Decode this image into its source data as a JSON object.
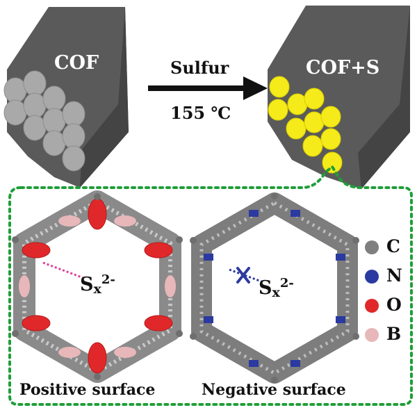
{
  "top": {
    "left_cylinder_label": "COF",
    "right_cylinder_label": "COF+S",
    "arrow_label_top": "Sulfur",
    "arrow_label_bottom": "155 ℃"
  },
  "bottom": {
    "left_caption": "Positive surface",
    "right_caption": "Negative surface",
    "polysulfide": {
      "base": "S",
      "sub": "x",
      "sup": "2-"
    },
    "legend": [
      {
        "label": "C",
        "color": "#7f7f7f"
      },
      {
        "label": "N",
        "color": "#2b3aa0"
      },
      {
        "label": "O",
        "color": "#e0282a"
      },
      {
        "label": "B",
        "color": "#e7b7b9"
      }
    ]
  },
  "colors": {
    "cof_body": "#5a5a5a",
    "channel_empty": "#a9a9a9",
    "channel_sulfur": "#f5ea1a",
    "dashed_border": "#1f9e38",
    "arrow": "#111111"
  }
}
